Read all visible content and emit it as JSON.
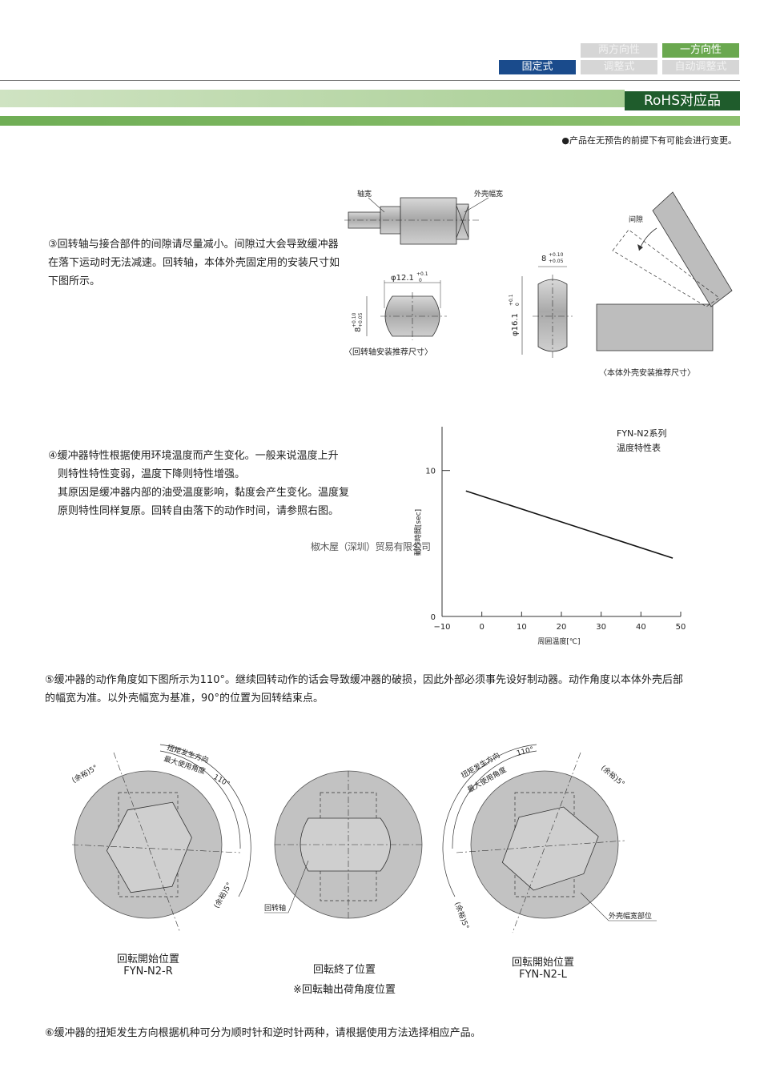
{
  "header": {
    "tags": [
      {
        "label": "两方向性",
        "style": "grey"
      },
      {
        "label": "一方向性",
        "style": "green"
      },
      {
        "label": "固定式",
        "style": "blue"
      },
      {
        "label": "调整式",
        "style": "grey"
      },
      {
        "label": "自动调整式",
        "style": "grey"
      }
    ],
    "rohs": "RoHS对应品",
    "notice": "●产品在无预告的前提下有可能会进行变更。"
  },
  "section3": {
    "lines": [
      "③回转轴与接合部件的间隙请尽量减小。间隙过大会导致缓冲器",
      "在落下运动时无法减速。回转轴，本体外壳固定用的安装尺寸如",
      "下图所示。"
    ],
    "label_shaft_width": "轴宽",
    "label_case_width": "外壳幅宽",
    "dim_phi121": "φ12.1",
    "dim_phi121_tol_top": "+0.1",
    "dim_phi121_tol_bot": "0",
    "dim_8_left": "8",
    "dim_8_tol_top": "+0.10",
    "dim_8_tol_bot": "+0.05",
    "dim_8_right": "8",
    "dim_phi161": "φ16.1",
    "dim_phi161_tol_top": "+0.1",
    "dim_phi161_tol_bot": "0",
    "label_gap": "间隙",
    "caption_shaft": "〈回转轴安装推荐尺寸〉",
    "caption_case": "〈本体外壳安装推荐尺寸〉"
  },
  "section4": {
    "lines": [
      "④缓冲器特性根据使用环境温度而产生变化。一般来说温度上升",
      "则特性特性变弱，温度下降则特性增强。",
      "其原因是缓冲器内部的油受温度影响，黏度会产生变化。温度复",
      "原则特性同样复原。回转自由落下的动作时间，请参照右图。"
    ],
    "watermark": "椒木屋（深圳）贸易有限公司"
  },
  "chart_data": {
    "type": "line",
    "title": "FYN-N2系列",
    "subtitle": "温度特性表",
    "xlabel": "周囲温度[℃]",
    "ylabel": "動作時間[sec]",
    "x_ticks": [
      "−10",
      "0",
      "10",
      "20",
      "30",
      "40",
      "50"
    ],
    "y_ticks": [
      "0",
      "10"
    ],
    "xlim": [
      -10,
      50
    ],
    "ylim": [
      0,
      13
    ],
    "series": [
      {
        "x": [
          -4,
          48
        ],
        "y": [
          8.6,
          4.0
        ]
      }
    ]
  },
  "section5": {
    "lines": [
      "⑤缓冲器的动作角度如下图所示为110°。继续回转动作的话会导致缓冲器的破损，因此外部必须事先设好制动器。动作角度以本体外壳后部",
      "的幅宽为准。以外壳幅宽为基准，90°的位置为回转结束点。"
    ],
    "diagram_left": {
      "torque": "扭矩发生方向",
      "max_angle": "最大使用角度",
      "angle": "110°",
      "margin_top": "(余裕)5°",
      "margin_bottom": "(余裕)5°",
      "caption1": "回転開始位置",
      "caption2": "FYN-N2-R"
    },
    "diagram_center": {
      "label_shaft": "回转轴",
      "caption1": "回転終了位置",
      "caption2": "※回転軸出荷角度位置"
    },
    "diagram_right": {
      "torque": "扭矩发生方向",
      "max_angle": "最大使用角度",
      "angle": "110°",
      "margin_top": "(余裕)5°",
      "margin_bottom": "(余裕)5°",
      "label_case": "外壳幅宽部位",
      "caption1": "回転開始位置",
      "caption2": "FYN-N2-L"
    }
  },
  "section6": {
    "line": "⑥缓冲器的扭矩发生方向根据机种可分为顺时针和逆时针两种，请根据使用方法选择相应产品。"
  }
}
